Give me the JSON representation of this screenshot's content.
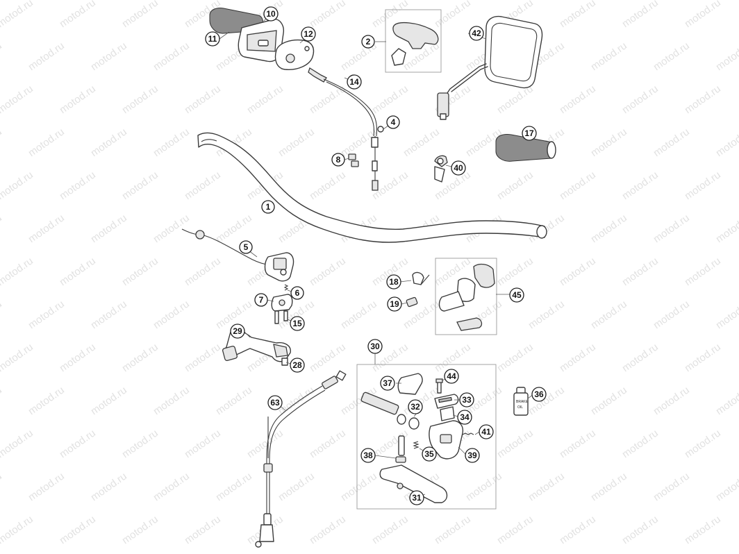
{
  "watermark": {
    "text": "motod.ru"
  },
  "callouts": [
    {
      "id": "c1",
      "label": "1"
    },
    {
      "id": "c2",
      "label": "2"
    },
    {
      "id": "c4",
      "label": "4"
    },
    {
      "id": "c5",
      "label": "5"
    },
    {
      "id": "c6",
      "label": "6"
    },
    {
      "id": "c7",
      "label": "7"
    },
    {
      "id": "c8",
      "label": "8"
    },
    {
      "id": "c10",
      "label": "10"
    },
    {
      "id": "c11",
      "label": "11"
    },
    {
      "id": "c12",
      "label": "12"
    },
    {
      "id": "c14",
      "label": "14"
    },
    {
      "id": "c15",
      "label": "15"
    },
    {
      "id": "c17",
      "label": "17"
    },
    {
      "id": "c18",
      "label": "18"
    },
    {
      "id": "c19",
      "label": "19"
    },
    {
      "id": "c28",
      "label": "28"
    },
    {
      "id": "c29",
      "label": "29"
    },
    {
      "id": "c30",
      "label": "30"
    },
    {
      "id": "c31",
      "label": "31"
    },
    {
      "id": "c32",
      "label": "32"
    },
    {
      "id": "c33",
      "label": "33"
    },
    {
      "id": "c34",
      "label": "34"
    },
    {
      "id": "c35",
      "label": "35"
    },
    {
      "id": "c36",
      "label": "36"
    },
    {
      "id": "c37",
      "label": "37"
    },
    {
      "id": "c38",
      "label": "38"
    },
    {
      "id": "c39",
      "label": "39"
    },
    {
      "id": "c40",
      "label": "40"
    },
    {
      "id": "c41",
      "label": "41"
    },
    {
      "id": "c42",
      "label": "42"
    },
    {
      "id": "c44",
      "label": "44"
    },
    {
      "id": "c45",
      "label": "45"
    },
    {
      "id": "c63",
      "label": "63"
    }
  ]
}
